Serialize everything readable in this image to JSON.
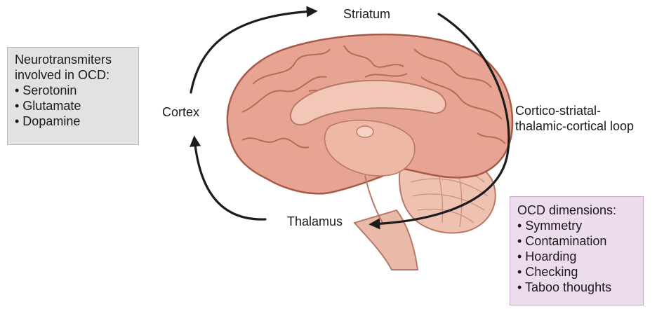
{
  "labels": {
    "striatum": "Striatum",
    "cortex": "Cortex",
    "thalamus": "Thalamus",
    "loop_line1": "Cortico-striatal-",
    "loop_line2": "thalamic-cortical loop"
  },
  "neurotransmitters_box": {
    "title_line1": "Neurotransmiters",
    "title_line2": "involved in OCD:",
    "items": [
      "• Serotonin",
      "• Glutamate",
      "• Dopamine"
    ]
  },
  "ocd_box": {
    "title": "OCD dimensions:",
    "items": [
      "• Symmetry",
      "• Contamination",
      "• Hoarding",
      "• Checking",
      "• Taboo thoughts"
    ]
  },
  "colors": {
    "arrow": "#1c1c1c",
    "brain_fill": "#e8a493",
    "brain_outline": "#a85a48",
    "nt_box": "#e2e2e2",
    "ocd_box": "#ecdcec"
  }
}
